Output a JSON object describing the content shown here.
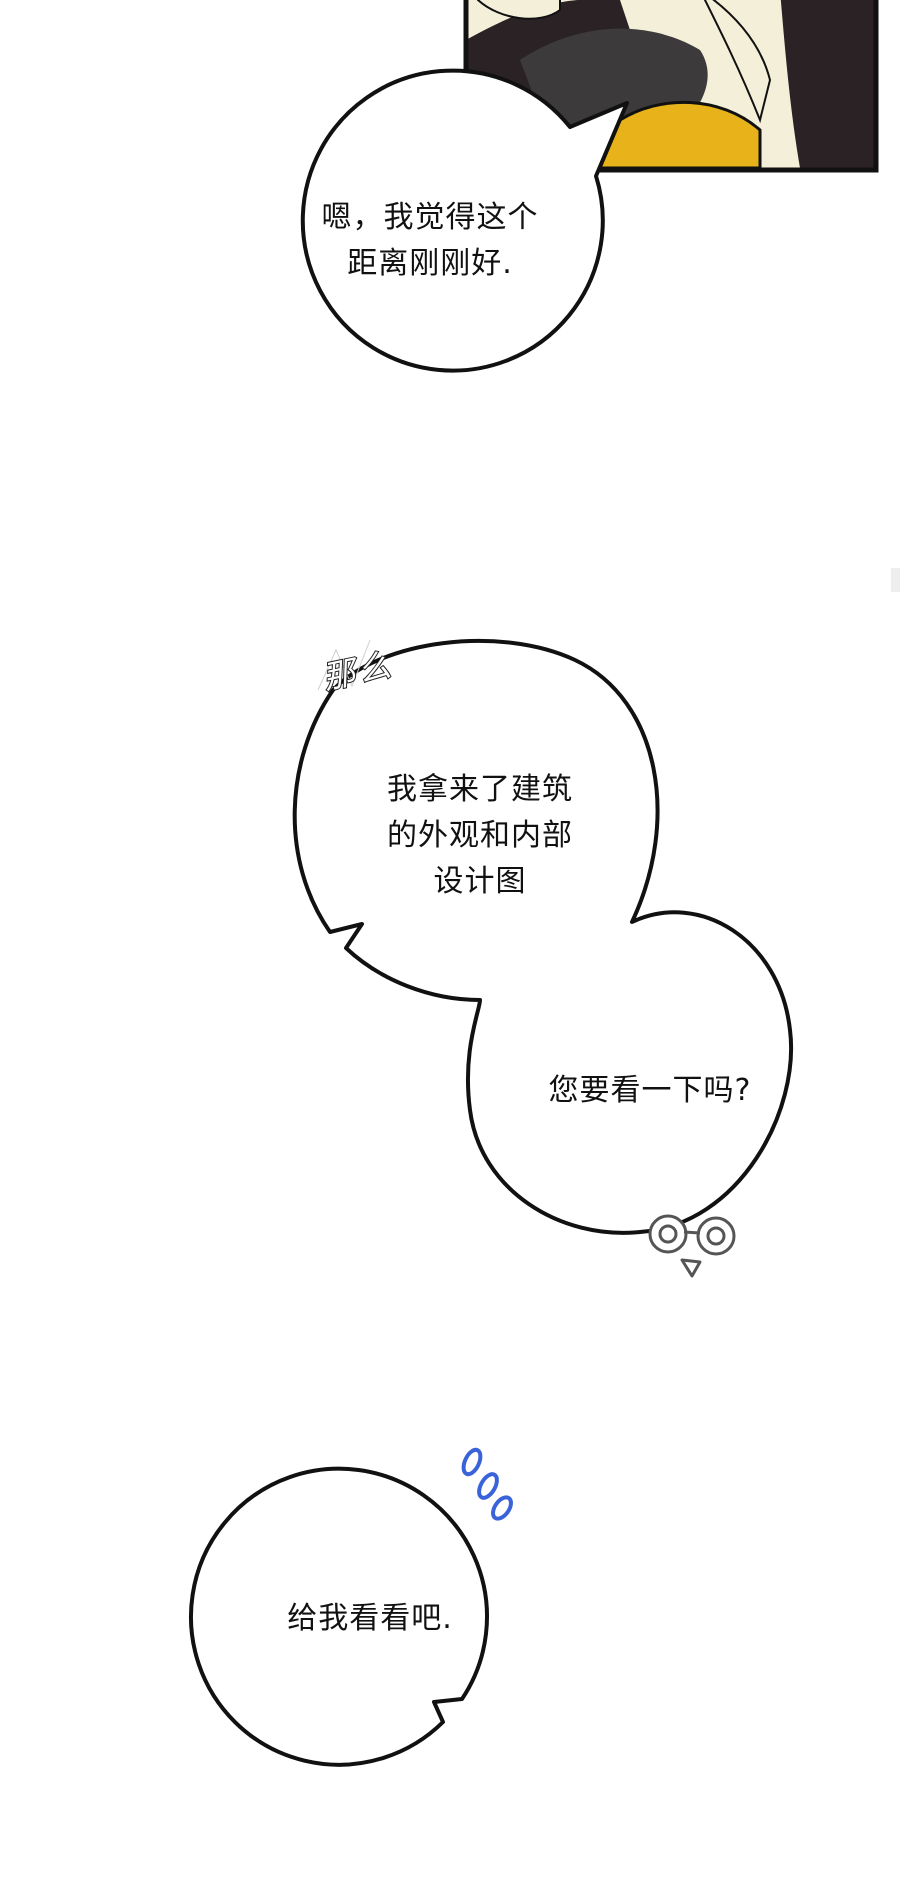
{
  "panel": {
    "colors": {
      "outline": "#111111",
      "panel_dark": "#2a2224",
      "panel_gold": "#e8b21a",
      "panel_cream": "#f4efd9",
      "panel_gray": "#3d3a3b",
      "sweat": "#3b63d9"
    }
  },
  "bubbles": {
    "b1": {
      "line1": "嗯，我觉得这个",
      "line2": "距离刚刚好."
    },
    "b2": {
      "line1": "我拿来了建筑",
      "line2": "的外观和内部",
      "line3": "设计图"
    },
    "b3": {
      "line1": "您要看一下吗?"
    },
    "b4": {
      "line1": "给我看看吧."
    }
  },
  "sfx": {
    "namo": "那么"
  },
  "icons": {
    "surprised_face": "surprised-face-icon",
    "sweat_drops": "sweat-drops-icon"
  }
}
